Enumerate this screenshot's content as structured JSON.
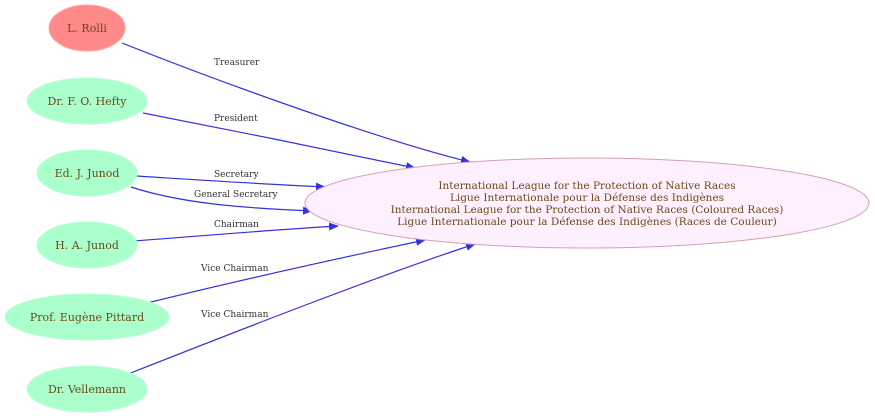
{
  "diagram": {
    "center": {
      "lines": [
        "International League for the Protection of Native Races",
        "Ligue Internationale pour la Défense des Indigènes",
        "International League for the Protection of Native Races (Coloured Races)",
        "Ligue Internationale pour la Défense des Indigènes (Races de Couleur)"
      ]
    },
    "people": [
      {
        "id": "rolli",
        "name": "L. Rolli",
        "role": "Treasurer",
        "highlight": true
      },
      {
        "id": "hefty",
        "name": "Dr. F. O. Hefty",
        "role": "President",
        "highlight": false
      },
      {
        "id": "edjunod",
        "name": "Ed. J. Junod",
        "role": "Secretary",
        "role2": "General Secretary",
        "highlight": false
      },
      {
        "id": "hajunod",
        "name": "H. A. Junod",
        "role": "Chairman",
        "highlight": false
      },
      {
        "id": "pittard",
        "name": "Prof. Eugène Pittard",
        "role": "Vice Chairman",
        "highlight": false
      },
      {
        "id": "vellemann",
        "name": "Dr. Vellemann",
        "role": "Vice Chairman",
        "highlight": false
      }
    ],
    "colors": {
      "person_fill": "#aaffcc",
      "highlight_fill": "#ff8888",
      "center_fill": "#fff0ff",
      "center_stroke": "#d4a0b0",
      "edge": "#3333dd",
      "label_text": "#6b4a14"
    }
  }
}
